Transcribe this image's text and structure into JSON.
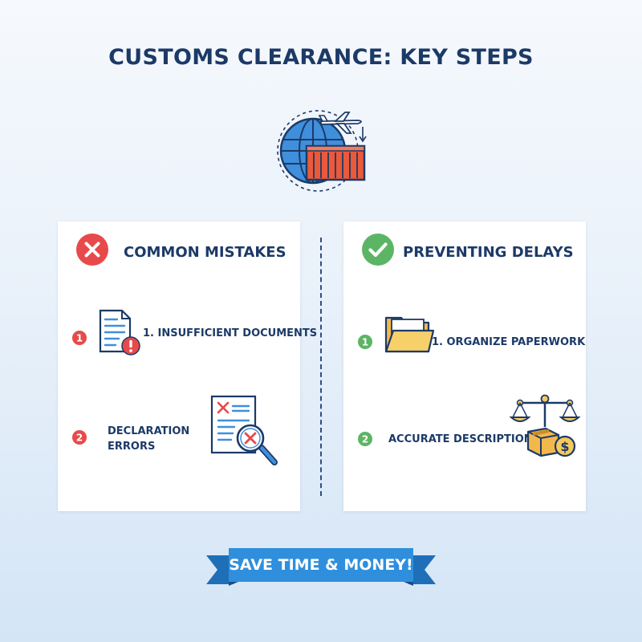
{
  "title": "CUSTOMS CLEARANCE: KEY STEPS",
  "hero": {
    "icon": "globe-plane-container-icon"
  },
  "left_panel": {
    "title": "COMMON MISTAKES",
    "status_icon": "x-circle-icon",
    "accent": "#e8494b",
    "steps": [
      {
        "num": "1",
        "lines": [
          "1. INSUFFICIENT DOCUMENTS"
        ],
        "icon": "document-warning-icon"
      },
      {
        "num": "2",
        "lines": [
          "DECLARATION",
          "ERRORS"
        ],
        "icon": "document-error-magnifier-icon"
      }
    ]
  },
  "right_panel": {
    "title": "PREVENTING DELAYS",
    "status_icon": "check-circle-icon",
    "accent": "#5cb565",
    "steps": [
      {
        "num": "1",
        "lines": [
          "1. ORGANIZE PAPERWORK"
        ],
        "icon": "folder-icon"
      },
      {
        "num": "2",
        "lines": [
          "ACCURATE DESCRIPTION"
        ],
        "icon": "scale-box-dollar-icon"
      }
    ]
  },
  "banner": {
    "text": "SAVE TIME & MONEY!",
    "color": "#2f8fdc"
  },
  "colors": {
    "navy": "#1c3a68",
    "red": "#e8494b",
    "green": "#5cb565",
    "blue": "#2f8fdc",
    "yellow": "#f6c95c"
  }
}
